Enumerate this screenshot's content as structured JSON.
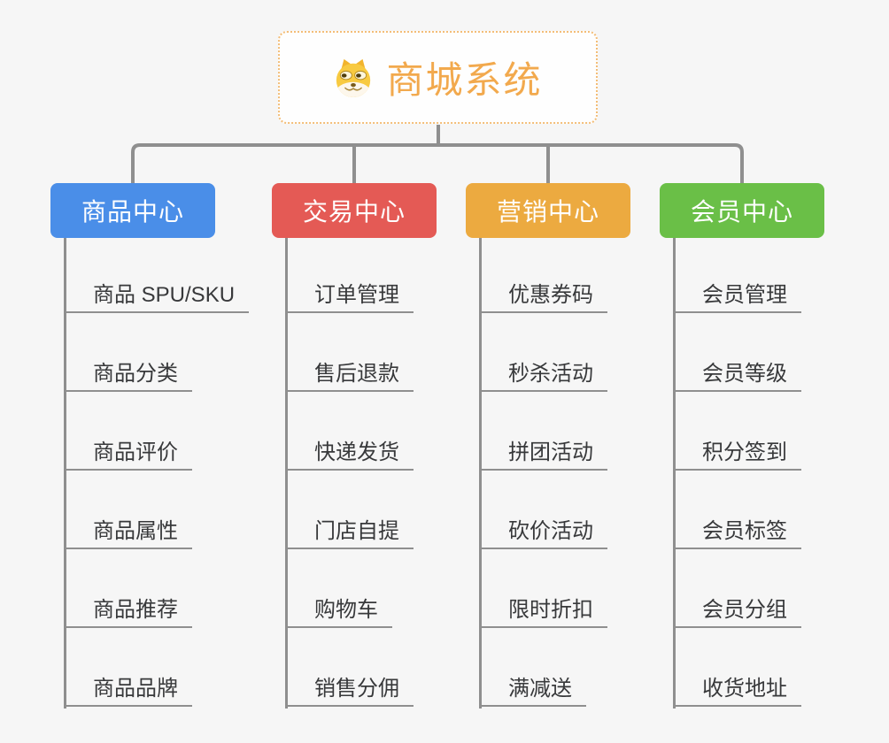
{
  "root": {
    "title": "商城系统",
    "icon": "doge-icon"
  },
  "branches": [
    {
      "label": "商品中心",
      "color": "#4a8ee8",
      "children": [
        "商品 SPU/SKU",
        "商品分类",
        "商品评价",
        "商品属性",
        "商品推荐",
        "商品品牌"
      ]
    },
    {
      "label": "交易中心",
      "color": "#e45a55",
      "children": [
        "订单管理",
        "售后退款",
        "快递发货",
        "门店自提",
        "购物车",
        "销售分佣"
      ]
    },
    {
      "label": "营销中心",
      "color": "#ecaa40",
      "children": [
        "优惠券码",
        "秒杀活动",
        "拼团活动",
        "砍价活动",
        "限时折扣",
        "满减送"
      ]
    },
    {
      "label": "会员中心",
      "color": "#6abf47",
      "children": [
        "会员管理",
        "会员等级",
        "积分签到",
        "会员标签",
        "会员分组",
        "收货地址"
      ]
    }
  ],
  "colors": {
    "background": "#f6f6f6",
    "connector": "#8f8f8f",
    "root_border": "#f3bd77",
    "root_title": "#f2a94d",
    "item_text": "#38393b"
  }
}
